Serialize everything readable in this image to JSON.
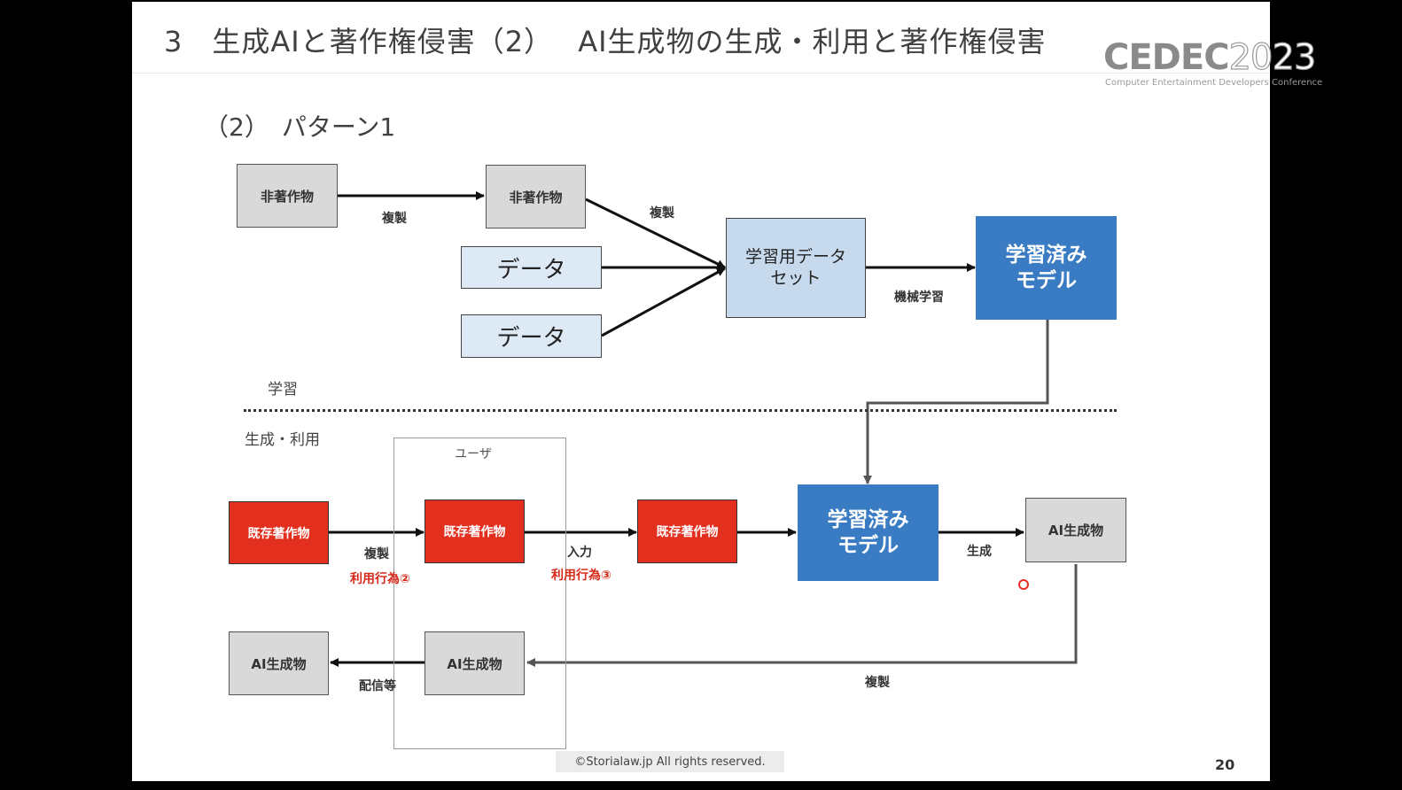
{
  "slide": {
    "title": "3　生成AIと著作権侵害（2）　 AI生成物の生成・利用と著作権侵害",
    "subtitle": "（2）　パターン1",
    "logo_text": "CEDEC2023",
    "logo_sub": "Computer Entertainment Developers Conference",
    "footer": "©Storialaw.jp All rights reserved.",
    "page_number": "20"
  },
  "sections": {
    "learning": "学習",
    "generation_use": "生成・利用",
    "user": "ユーザ"
  },
  "nodes": {
    "non_work_1": "非著作物",
    "non_work_2": "非著作物",
    "data_1": "データ",
    "data_2": "データ",
    "dataset": "学習用データ\nセット",
    "trained_model_1": "学習済み\nモデル",
    "existing_work_1": "既存著作物",
    "existing_work_2": "既存著作物",
    "existing_work_3": "既存著作物",
    "trained_model_2": "学習済み\nモデル",
    "ai_output_1": "AI生成物",
    "ai_output_2": "AI生成物",
    "ai_output_3": "AI生成物"
  },
  "edge_labels": {
    "copy_1": "複製",
    "copy_2": "複製",
    "machine_learning": "機械学習",
    "copy_3": "複製",
    "use_act_2": "利用行為②",
    "input": "入力",
    "use_act_3": "利用行為③",
    "generate": "生成",
    "copy_4": "複製",
    "distribution": "配信等"
  },
  "colors": {
    "red_box": "#e3301e",
    "blue_box": "#3a7cc3",
    "light_box": "#dde9f5",
    "dataset_box": "#c6d9ed",
    "gray_box": "#d9d9d9"
  }
}
